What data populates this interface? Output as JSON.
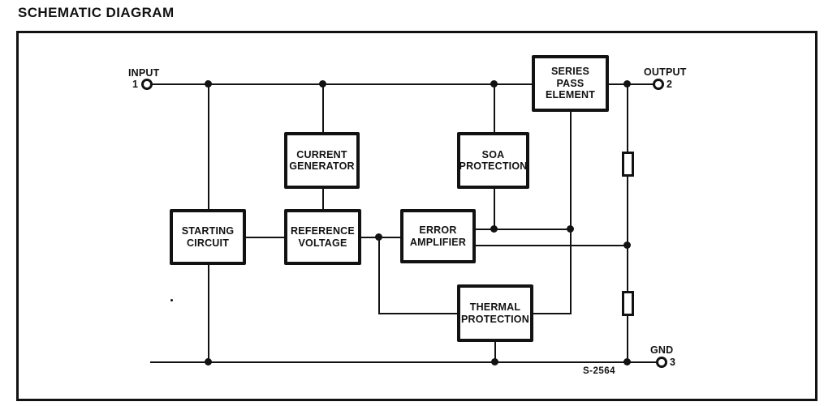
{
  "page": {
    "title": "SCHEMATIC DIAGRAM",
    "figure_code": "S-2564"
  },
  "blocks": {
    "series_pass": {
      "label": "SERIES\nPASS\nELEMENT"
    },
    "current_generator": {
      "label": "CURRENT\nGENERATOR"
    },
    "soa_protection": {
      "label": "SOA\nPROTECTION"
    },
    "starting_circuit": {
      "label": "STARTING\nCIRCUIT"
    },
    "reference_voltage": {
      "label": "REFERENCE\nVOLTAGE"
    },
    "error_amplifier": {
      "label": "ERROR\nAMPLIFIER"
    },
    "thermal_protection": {
      "label": "THERMAL\nPROTECTION"
    }
  },
  "terminals": {
    "input": {
      "label": "INPUT",
      "pin": "1"
    },
    "output": {
      "label": "OUTPUT",
      "pin": "2"
    },
    "gnd": {
      "label": "GND",
      "pin": "3"
    }
  },
  "colors": {
    "ink": "#121212",
    "paper": "#ffffff"
  }
}
